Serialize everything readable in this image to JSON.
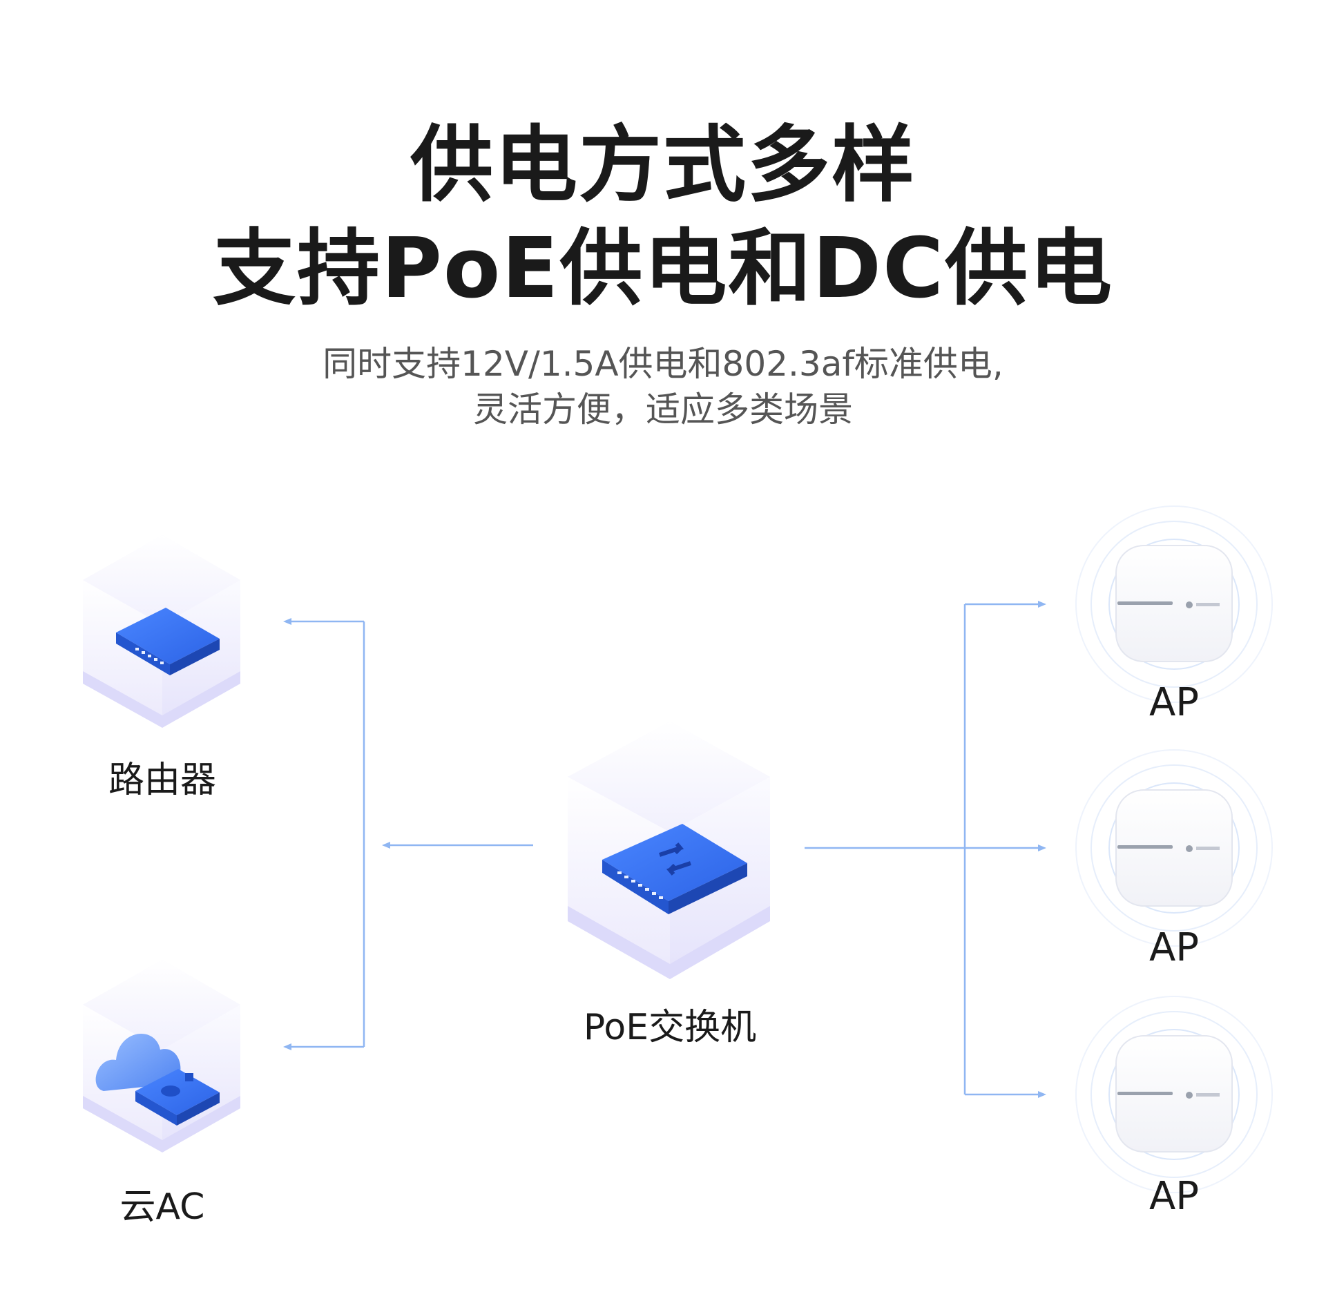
{
  "headline": {
    "line1": "供电方式多样",
    "line2": "支持PoE供电和DC供电"
  },
  "subtitle": {
    "line1": "同时支持12V/1.5A供电和802.3af标准供电,",
    "line2": "灵活方便，适应多类场景"
  },
  "nodes": {
    "router": "路由器",
    "cloud_ac": "云AC",
    "poe_switch": "PoE交换机",
    "ap": [
      "AP",
      "AP",
      "AP"
    ]
  },
  "colors": {
    "accent_blue": "#2f6be8",
    "line_blue": "#8fb6f2",
    "cube_lavender": "#e6e4fb"
  },
  "icons": [
    "router-icon",
    "cloud-ac-icon",
    "switch-icon",
    "ap-icon"
  ]
}
